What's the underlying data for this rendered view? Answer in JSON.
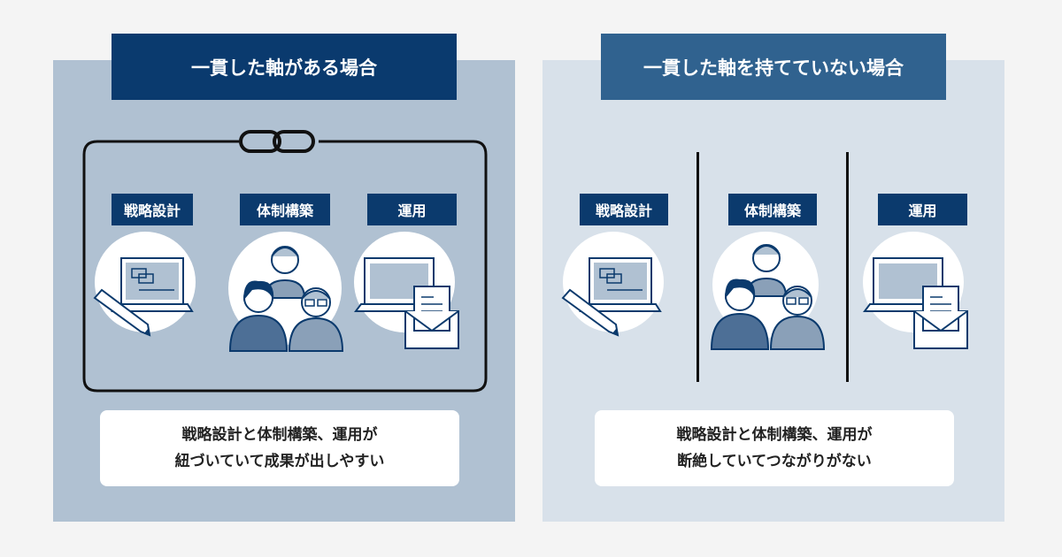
{
  "left": {
    "title": "一貫した軸がある場合",
    "labels": [
      "戦略設計",
      "体制構築",
      "運用"
    ],
    "caption_line1": "戦略設計と体制構築、運用が",
    "caption_line2": "紐づいていて成果が出しやすい"
  },
  "right": {
    "title": "一貫した軸を持てていない場合",
    "labels": [
      "戦略設計",
      "体制構築",
      "運用"
    ],
    "caption_line1": "戦略設計と体制構築、運用が",
    "caption_line2": "断絶していてつながりがない"
  },
  "colors": {
    "left_panel": "#b0c1d2",
    "right_panel": "#d8e1ea",
    "left_title": "#0a3a6e",
    "right_title": "#30628f",
    "label": "#0b3a6d"
  }
}
